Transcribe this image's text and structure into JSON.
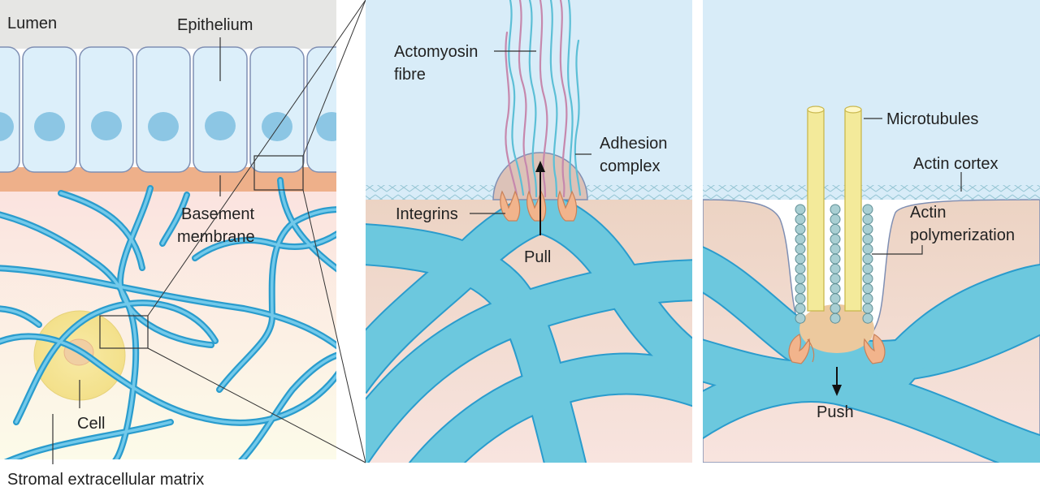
{
  "panels": {
    "overview": {
      "lumen_label": "Lumen",
      "epithelium_label": "Epithelium",
      "basement_membrane_label": [
        "Basement",
        "membrane"
      ],
      "cell_label": "Cell",
      "stroma_label": "Stromal extracellular matrix"
    },
    "pull": {
      "actomyosin_label": [
        "Actomyosin",
        "fibre"
      ],
      "adhesion_label": [
        "Adhesion",
        "complex"
      ],
      "integrins_label": "Integrins",
      "pull_label": "Pull"
    },
    "push": {
      "microtubules_label": "Microtubules",
      "actin_cortex_label": "Actin cortex",
      "actin_poly_label": [
        "Actin",
        "polymerization"
      ],
      "push_label": "Push"
    }
  },
  "colors": {
    "lumen": "#e6e6e4",
    "epithelial_cell": "#dceffa",
    "nucleus": "#8cc6e4",
    "basement_membrane": "#eeb08a",
    "stroma_top": "#fbe4e0",
    "stroma_bottom": "#fcfbea",
    "fiber": "#42b1dc",
    "fiber_wide": "#6cc8de",
    "cell_body": "#f6e79a",
    "extracellular_blue": "#d8ecf8",
    "tissue_tan": "#edd5c5",
    "microtubule": "#f3ea9a",
    "actin_bead": "#a9cfd3",
    "integrin": "#f2b48c"
  }
}
